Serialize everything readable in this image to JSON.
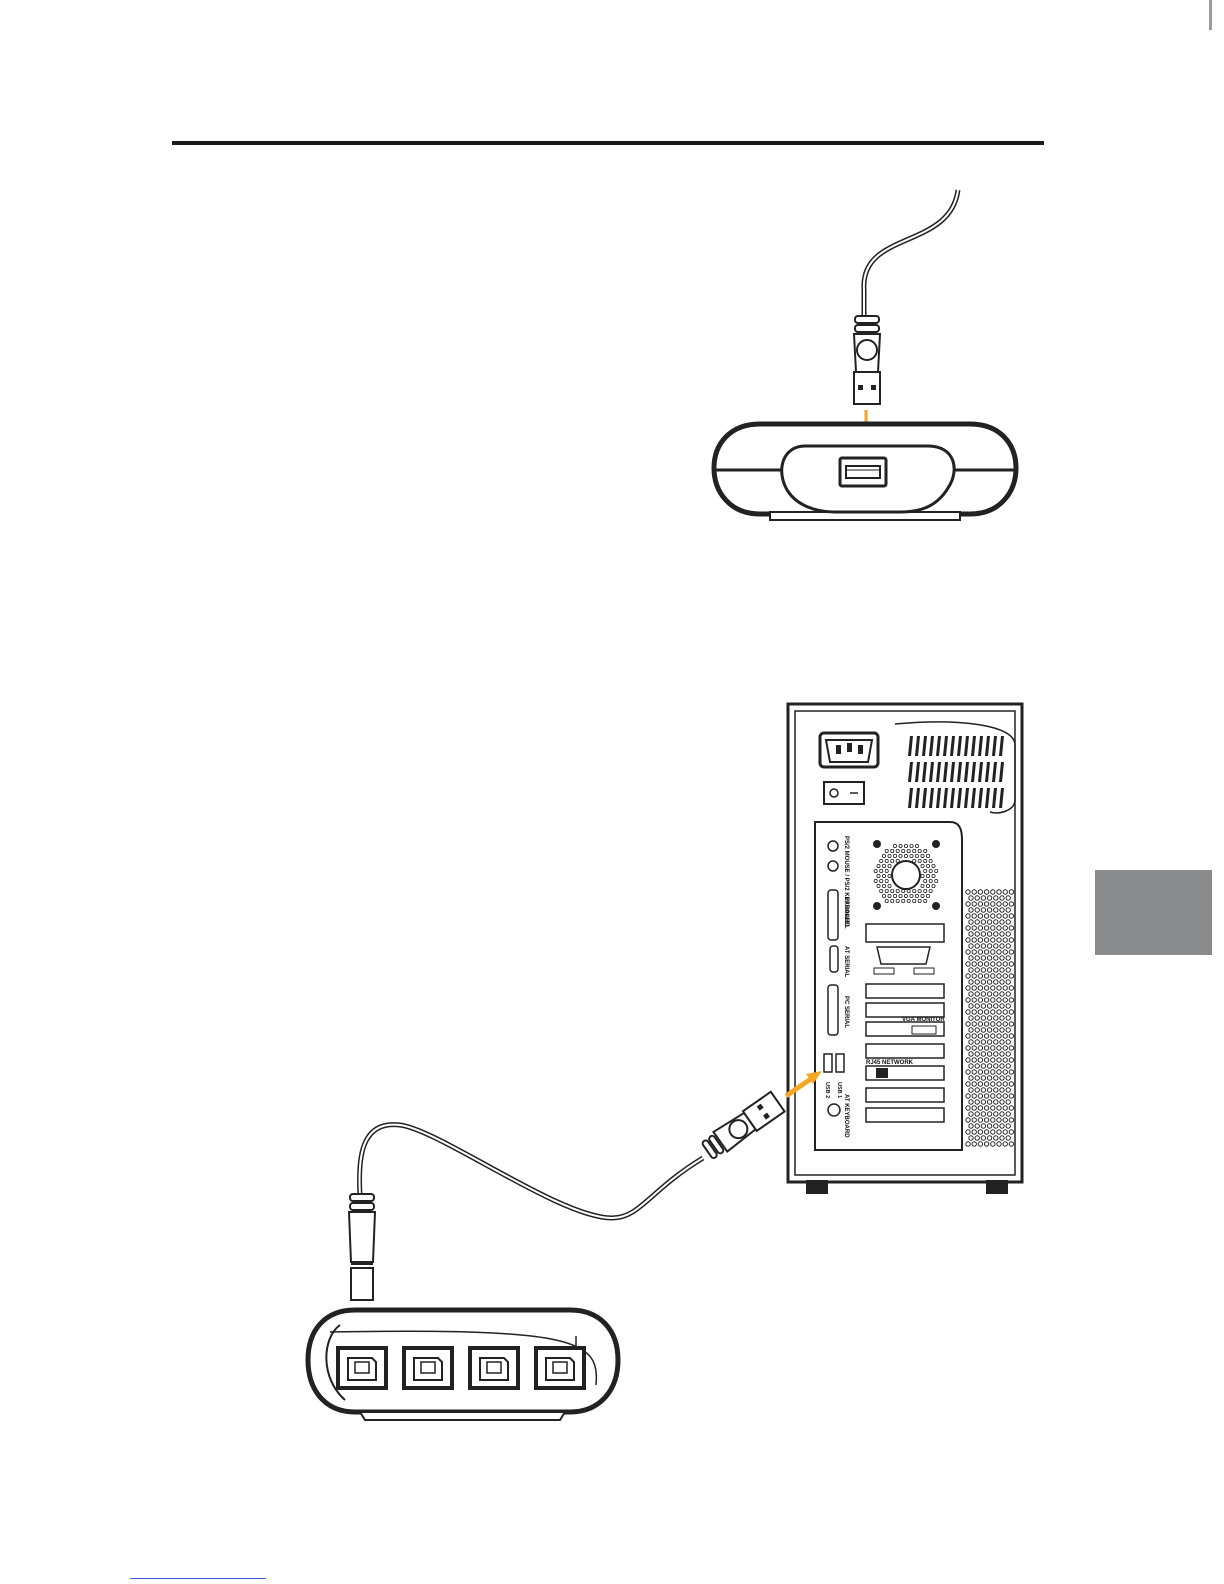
{
  "accent_color": "#F5A623",
  "tab_color": "#8A8B8D",
  "figure_top": {
    "cable_icon": "usb-a-cable-icon",
    "device_icon": "usb-device-icon"
  },
  "figure_bottom": {
    "computer_icon": "pc-tower-rear-icon",
    "hub_icon": "usb-switch-hub-icon",
    "port_labels": {
      "ps2_mouse": "PS/2 MOUSE / PS/2 KEYBOARD",
      "parallel": "PARALLEL",
      "at_serial": "AT SERIAL",
      "pc_serial": "PC SERIAL",
      "vga": "VGA MONITOR",
      "network": "RJ45 NETWORK",
      "usb1": "USB 1",
      "usb2": "USB 2",
      "at_keyboard": "AT KEYBOARD"
    }
  }
}
